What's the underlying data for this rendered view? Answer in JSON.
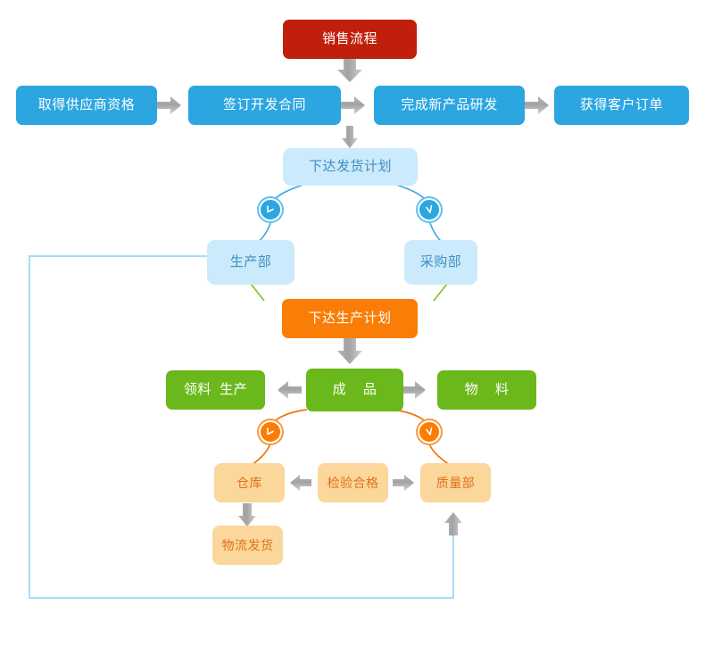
{
  "diagram": {
    "title": "销售流程",
    "colors": {
      "red": "#c0200b",
      "blue": "#2ba6e0",
      "light_blue": "#cbeafb",
      "orange": "#f97d07",
      "green": "#6bb81d",
      "peach": "#fbd79b",
      "arrow_gray": "#9d9d9d",
      "loop_line": "#a9dcf5",
      "green_line": "#7cc422",
      "orange_line": "#f2730c",
      "cyan_line": "#39a9df"
    },
    "nodes": {
      "sales_process": "销售流程",
      "supplier_qualification": "取得供应商资格",
      "development_contract": "签订开发合同",
      "new_product_rd": "完成新产品研发",
      "customer_order": "获得客户订单",
      "shipping_plan": "下达发货计划",
      "production_dept": "生产部",
      "purchasing_dept": "采购部",
      "production_plan": "下达生产计划",
      "material_requisition": "领料  生产",
      "finished_goods": "成    品",
      "materials": "物    料",
      "warehouse": "仓库",
      "inspection_passed": "检验合格",
      "quality_dept": "质量部",
      "logistics_shipment": "物流发货"
    },
    "badges": {
      "shipping_left": "check-arrow-icon",
      "shipping_right": "check-arrow-icon",
      "finished_left": "check-arrow-icon",
      "finished_right": "check-arrow-icon"
    },
    "arrows": {
      "sales_to_rd": "arrow-down-icon",
      "supplier_to_contract": "arrow-right-icon",
      "contract_to_rd": "arrow-right-icon",
      "rd_to_order": "arrow-right-icon",
      "rd_to_shipping": "arrow-down-icon",
      "plan_to_finished": "arrow-down-icon",
      "finished_to_requisition": "arrow-left-icon",
      "finished_to_materials": "arrow-right-icon",
      "inspection_to_warehouse": "arrow-left-icon",
      "inspection_to_quality": "arrow-right-icon",
      "warehouse_to_logistics": "arrow-down-icon",
      "loop_to_quality": "arrow-up-icon"
    }
  }
}
